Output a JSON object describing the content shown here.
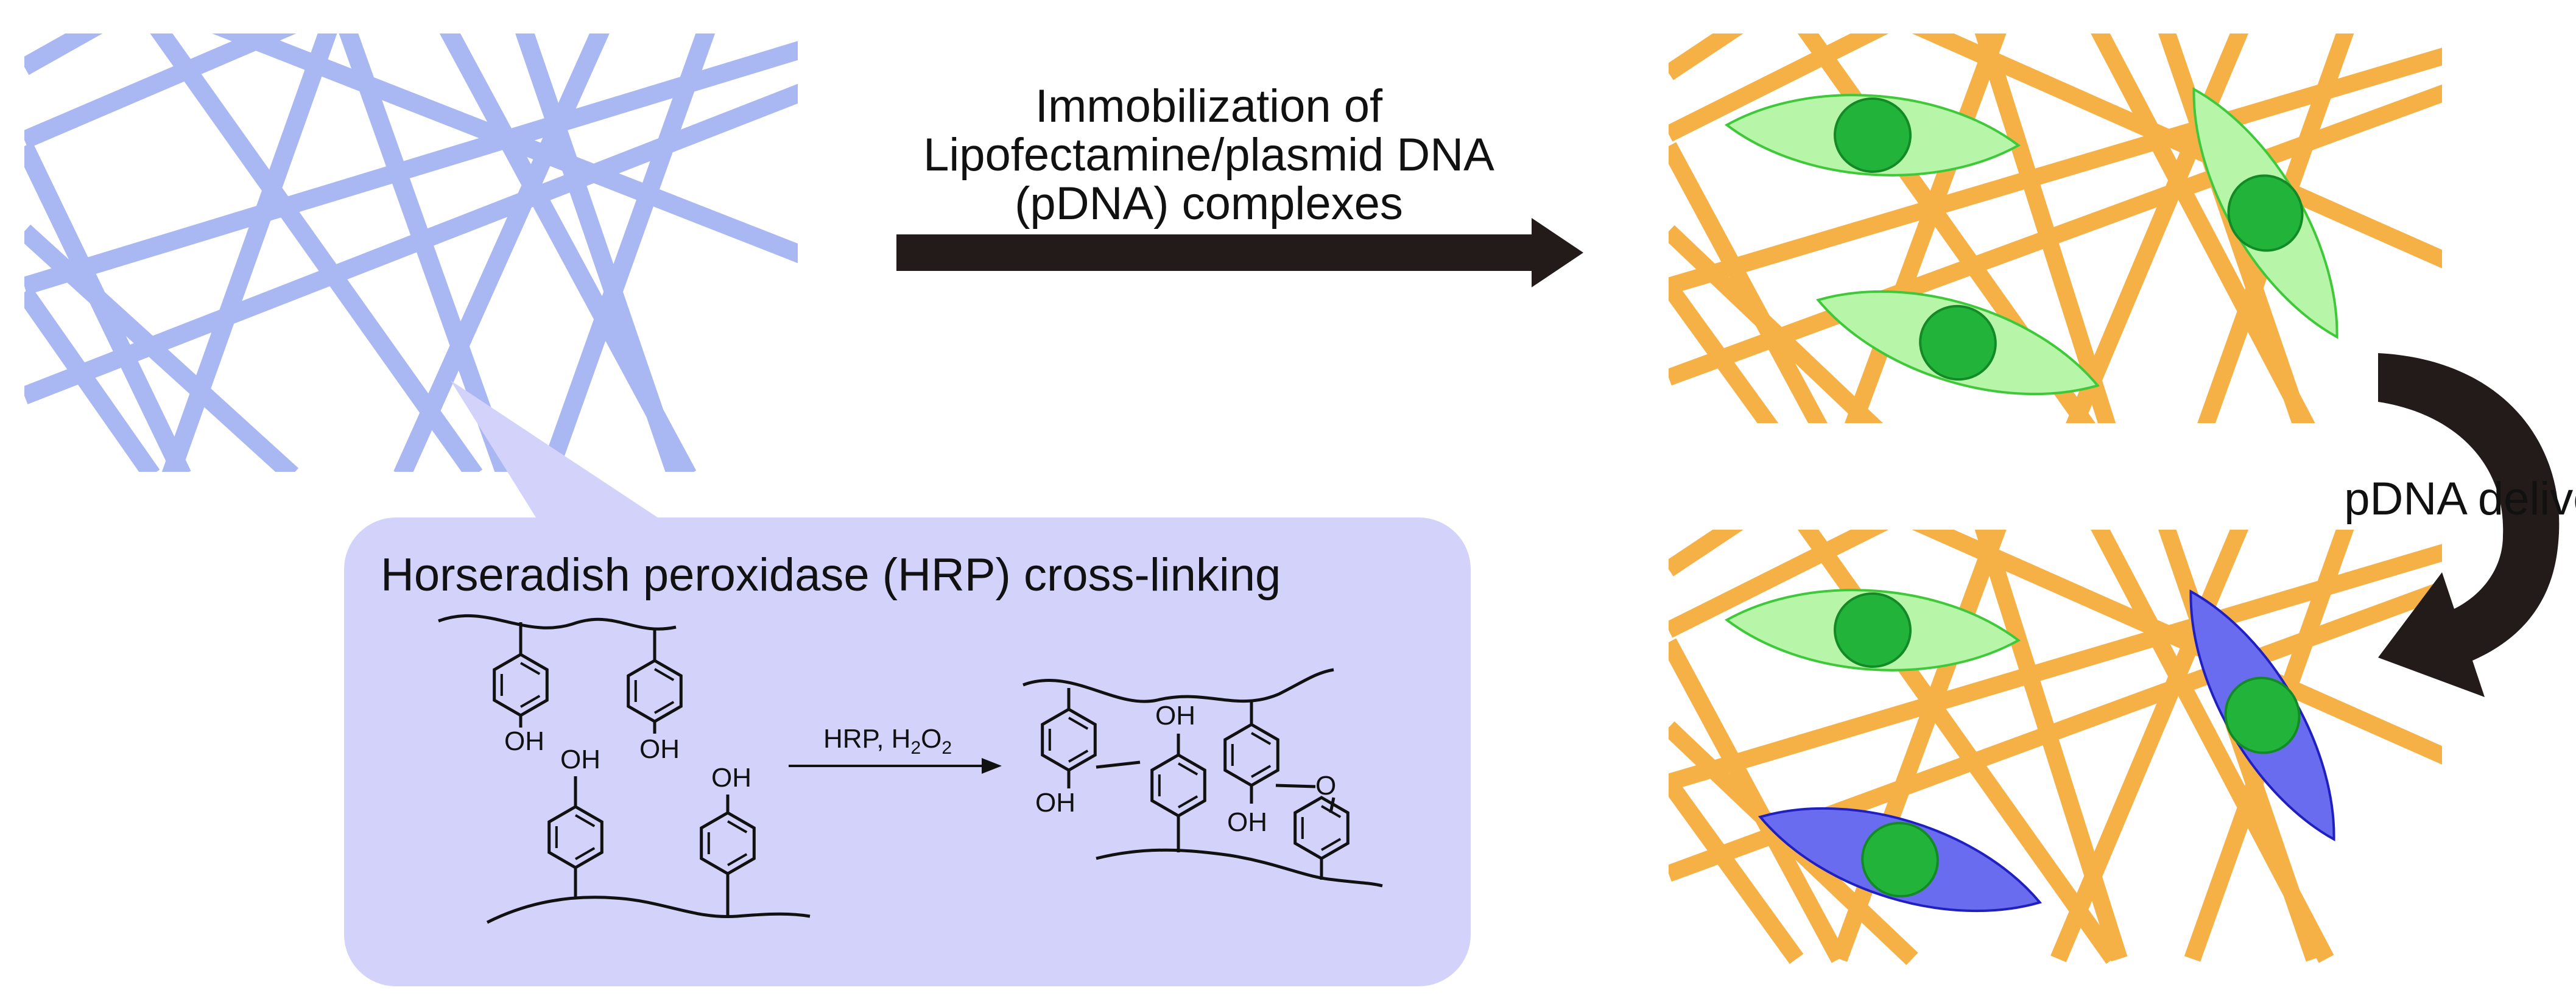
{
  "colors": {
    "blue_fiber": "#a9b7f3",
    "orange_fiber": "#f6b146",
    "panel_fill": "#d2d2fa",
    "cell_green_fill": "#b7f5a8",
    "cell_green_outline": "#3fc83a",
    "nucleus_fill": "#22b43a",
    "nucleus_outline": "#138a26",
    "cell_blue_fill": "#6a6cf0",
    "cell_blue_outline": "#2020c0",
    "arrow": "#221b1a"
  },
  "arrow_label": {
    "line1": "Immobilization of",
    "line2": "Lipofectamine/plasmid DNA",
    "line3": "(pDNA) complexes"
  },
  "delivery_label": "pDNA delivery",
  "panel": {
    "title": "Horseradish peroxidase (HRP) cross-linking",
    "reaction_label": "HRP, H",
    "reaction_sub": "2",
    "reaction_label_mid": "O",
    "reaction_sub2": "2",
    "oh": "OH",
    "o": "O"
  }
}
